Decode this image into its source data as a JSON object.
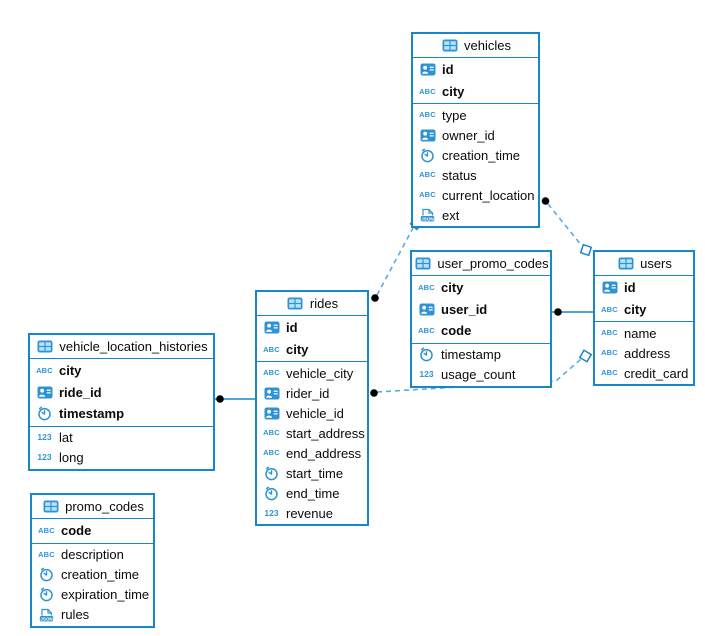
{
  "diagram": {
    "tables": [
      {
        "name": "vehicles",
        "pk": [
          {
            "name": "id",
            "icon": "id-badge-icon"
          },
          {
            "name": "city",
            "icon": "abc-icon"
          }
        ],
        "fields": [
          {
            "name": "type",
            "icon": "abc-icon"
          },
          {
            "name": "owner_id",
            "icon": "id-badge-icon"
          },
          {
            "name": "creation_time",
            "icon": "clock-icon"
          },
          {
            "name": "status",
            "icon": "abc-icon"
          },
          {
            "name": "current_location",
            "icon": "abc-icon"
          },
          {
            "name": "ext",
            "icon": "json-icon"
          }
        ]
      },
      {
        "name": "user_promo_codes",
        "pk": [
          {
            "name": "city",
            "icon": "abc-icon"
          },
          {
            "name": "user_id",
            "icon": "id-badge-icon"
          },
          {
            "name": "code",
            "icon": "abc-icon"
          }
        ],
        "fields": [
          {
            "name": "timestamp",
            "icon": "clock-icon"
          },
          {
            "name": "usage_count",
            "icon": "number-icon"
          }
        ]
      },
      {
        "name": "users",
        "pk": [
          {
            "name": "id",
            "icon": "id-badge-icon"
          },
          {
            "name": "city",
            "icon": "abc-icon"
          }
        ],
        "fields": [
          {
            "name": "name",
            "icon": "abc-icon"
          },
          {
            "name": "address",
            "icon": "abc-icon"
          },
          {
            "name": "credit_card",
            "icon": "abc-icon"
          }
        ]
      },
      {
        "name": "rides",
        "pk": [
          {
            "name": "id",
            "icon": "id-badge-icon"
          },
          {
            "name": "city",
            "icon": "abc-icon"
          }
        ],
        "fields": [
          {
            "name": "vehicle_city",
            "icon": "abc-icon"
          },
          {
            "name": "rider_id",
            "icon": "id-badge-icon"
          },
          {
            "name": "vehicle_id",
            "icon": "id-badge-icon"
          },
          {
            "name": "start_address",
            "icon": "abc-icon"
          },
          {
            "name": "end_address",
            "icon": "abc-icon"
          },
          {
            "name": "start_time",
            "icon": "clock-icon"
          },
          {
            "name": "end_time",
            "icon": "clock-icon"
          },
          {
            "name": "revenue",
            "icon": "number-icon"
          }
        ]
      },
      {
        "name": "vehicle_location_histories",
        "pk": [
          {
            "name": "city",
            "icon": "abc-icon"
          },
          {
            "name": "ride_id",
            "icon": "id-badge-icon"
          },
          {
            "name": "timestamp",
            "icon": "clock-icon"
          }
        ],
        "fields": [
          {
            "name": "lat",
            "icon": "number-icon"
          },
          {
            "name": "long",
            "icon": "number-icon"
          }
        ]
      },
      {
        "name": "promo_codes",
        "pk": [
          {
            "name": "code",
            "icon": "abc-icon"
          }
        ],
        "fields": [
          {
            "name": "description",
            "icon": "abc-icon"
          },
          {
            "name": "creation_time",
            "icon": "clock-icon"
          },
          {
            "name": "expiration_time",
            "icon": "clock-icon"
          },
          {
            "name": "rules",
            "icon": "json-icon"
          }
        ]
      }
    ],
    "relationships": [
      {
        "from_table": "rides",
        "to_table": "vehicles",
        "line_style": "dashed"
      },
      {
        "from_table": "rides",
        "to_table": "users",
        "line_style": "dashed"
      },
      {
        "from_table": "vehicles",
        "to_table": "users",
        "line_style": "dashed"
      },
      {
        "from_table": "user_promo_codes",
        "to_table": "users",
        "line_style": "solid"
      },
      {
        "from_table": "vehicle_location_histories",
        "to_table": "rides",
        "line_style": "solid"
      }
    ],
    "colors": {
      "table_border": "#1787c9",
      "icon_blue": "#2e93d4",
      "icon_cell_fill": "#b8e2f8",
      "connector_dashed": "#5aabdf",
      "connector_solid": "#1787c9",
      "endpoint_dot": "#000000",
      "endpoint_diamond_fill": "#ffffff"
    }
  }
}
